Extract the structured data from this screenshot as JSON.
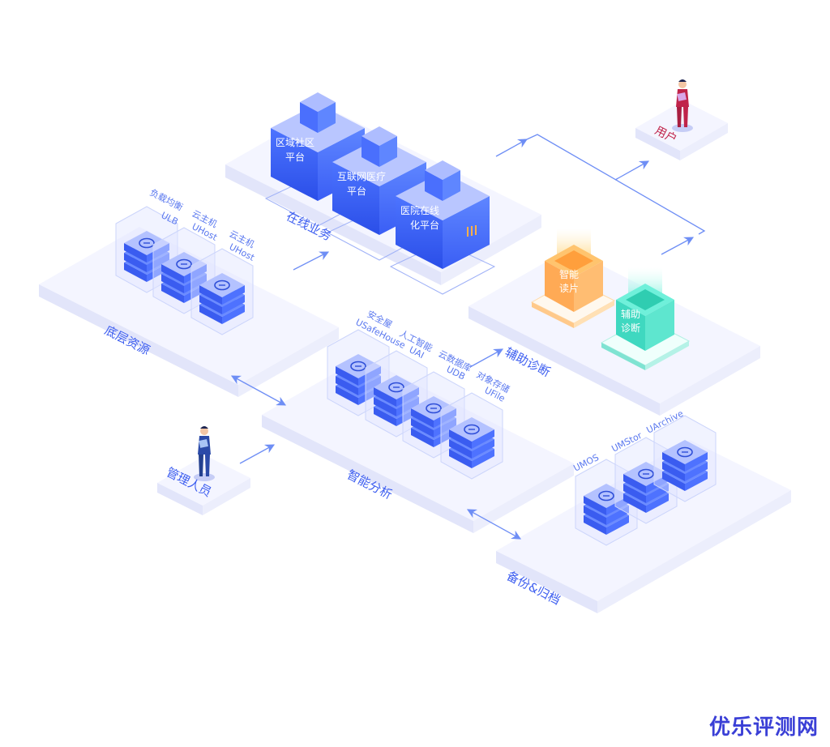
{
  "sections": {
    "online_business": {
      "title": "在线业务",
      "platforms": [
        {
          "line1": "区域社区",
          "line2": "平台"
        },
        {
          "line1": "互联网医疗",
          "line2": "平台"
        },
        {
          "line1": "医院在线",
          "line2": "化平台"
        }
      ]
    },
    "base_resources": {
      "title": "底层资源",
      "services": [
        {
          "name": "负载均衡",
          "code": "ULB",
          "icon": "load-balancer-icon"
        },
        {
          "name": "云主机",
          "code": "UHost",
          "icon": "server-icon"
        },
        {
          "name": "云主机",
          "code": "UHost",
          "icon": "server-icon"
        }
      ]
    },
    "smart_analysis": {
      "title": "智能分析",
      "services": [
        {
          "name": "安全屋",
          "code": "USafeHouse",
          "icon": "safe-box-icon"
        },
        {
          "name": "人工智能",
          "code": "UAI",
          "icon": "ai-icon"
        },
        {
          "name": "云数据库",
          "code": "UDB",
          "icon": "database-icon"
        },
        {
          "name": "对象存储",
          "code": "UFile",
          "icon": "file-icon"
        }
      ]
    },
    "assist_diagnosis": {
      "title": "辅助诊断",
      "modules": [
        {
          "line1": "智能",
          "line2": "读片",
          "color": "#ffa24a"
        },
        {
          "line1": "辅助",
          "line2": "诊断",
          "color": "#3fd8c0"
        }
      ]
    },
    "backup_archive": {
      "title": "备份&归档",
      "services": [
        {
          "code": "UMOS",
          "icon": "storage-icon"
        },
        {
          "code": "UMStor",
          "icon": "storage-icon"
        },
        {
          "code": "UArchive",
          "icon": "storage-icon"
        }
      ]
    },
    "user": {
      "title": "用户",
      "color": "#c0244a"
    },
    "admin": {
      "title": "管理人员",
      "color": "#2b4aa8"
    }
  },
  "colors": {
    "accent": "#3d5ef0",
    "platform": "#f5f6ff",
    "platform_side": "#e3e6fb",
    "block_top": "#aebcff",
    "block_side": "#3355f2",
    "arrow": "#6e8ef5"
  },
  "watermark": "优乐评测网"
}
